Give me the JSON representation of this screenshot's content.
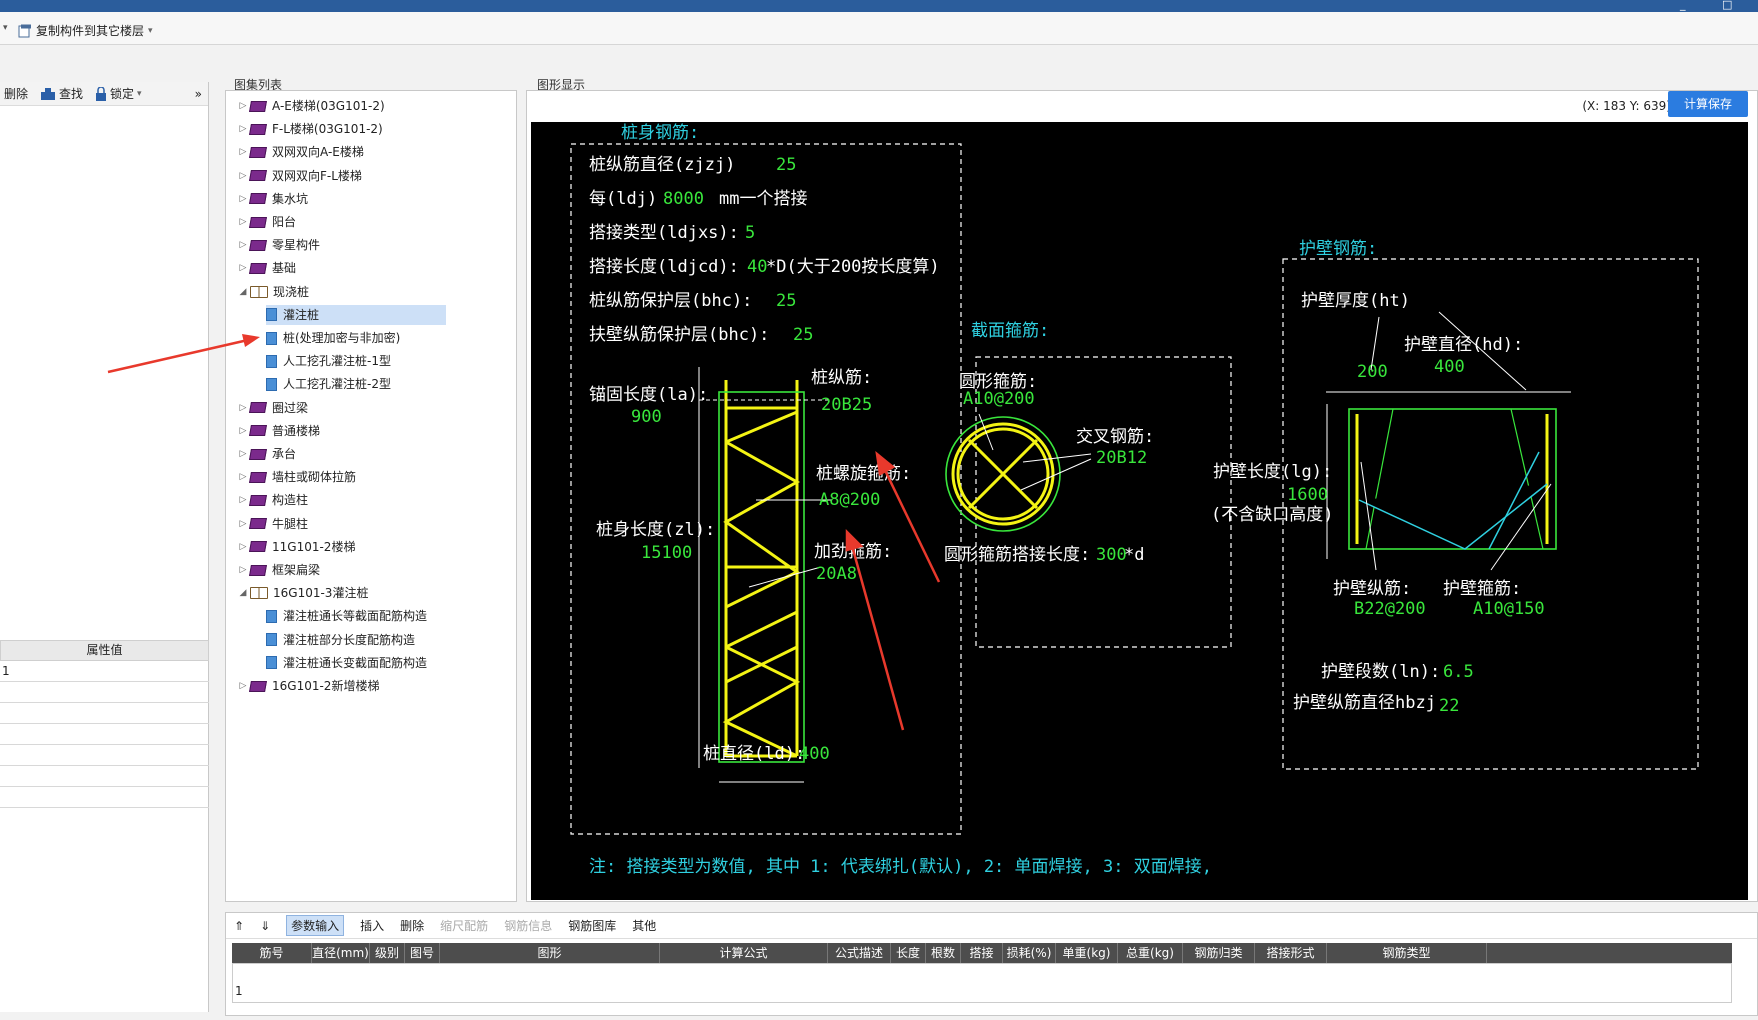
{
  "window": {
    "controls": [
      "_",
      "□"
    ]
  },
  "toolbar_top": {
    "copy_label": "复制构件到其它楼层"
  },
  "left_panel": {
    "delete_label": "删除",
    "find_label": "查找",
    "lock_label": "锁定",
    "more_label": "»",
    "prop_header": "属性值",
    "prop_rows": [
      "1",
      "",
      "",
      "",
      "",
      "",
      ""
    ]
  },
  "tree_panel": {
    "title": "图集列表",
    "items": [
      {
        "label": "A-E楼梯(03G101-2)",
        "type": "book",
        "state": "collapsed"
      },
      {
        "label": "F-L楼梯(03G101-2)",
        "type": "book",
        "state": "collapsed"
      },
      {
        "label": "双网双向A-E楼梯",
        "type": "book",
        "state": "collapsed"
      },
      {
        "label": "双网双向F-L楼梯",
        "type": "book",
        "state": "collapsed"
      },
      {
        "label": "集水坑",
        "type": "book",
        "state": "collapsed"
      },
      {
        "label": "阳台",
        "type": "book",
        "state": "collapsed"
      },
      {
        "label": "零星构件",
        "type": "book",
        "state": "collapsed"
      },
      {
        "label": "基础",
        "type": "book",
        "state": "collapsed"
      },
      {
        "label": "现浇桩",
        "type": "bookopen",
        "state": "expanded"
      },
      {
        "label": "灌注桩",
        "type": "doc",
        "state": "selected"
      },
      {
        "label": "桩(处理加密与非加密)",
        "type": "doc",
        "state": "child"
      },
      {
        "label": "人工挖孔灌注桩-1型",
        "type": "doc",
        "state": "child"
      },
      {
        "label": "人工挖孔灌注桩-2型",
        "type": "doc",
        "state": "child"
      },
      {
        "label": "圈过梁",
        "type": "book",
        "state": "collapsed"
      },
      {
        "label": "普通楼梯",
        "type": "book",
        "state": "collapsed"
      },
      {
        "label": "承台",
        "type": "book",
        "state": "collapsed"
      },
      {
        "label": "墙柱或砌体拉筋",
        "type": "book",
        "state": "collapsed"
      },
      {
        "label": "构造柱",
        "type": "book",
        "state": "collapsed"
      },
      {
        "label": "牛腿柱",
        "type": "book",
        "state": "collapsed"
      },
      {
        "label": "11G101-2楼梯",
        "type": "book",
        "state": "collapsed"
      },
      {
        "label": "框架扁梁",
        "type": "book",
        "state": "collapsed"
      },
      {
        "label": "16G101-3灌注桩",
        "type": "bookopen",
        "state": "expanded"
      },
      {
        "label": "灌注桩通长等截面配筋构造",
        "type": "doc",
        "state": "child"
      },
      {
        "label": "灌注桩部分长度配筋构造",
        "type": "doc",
        "state": "child"
      },
      {
        "label": "灌注桩通长变截面配筋构造",
        "type": "doc",
        "state": "child"
      },
      {
        "label": "16G101-2新增楼梯",
        "type": "book",
        "state": "collapsed"
      }
    ]
  },
  "display": {
    "title": "图形显示",
    "coord": "(X: 183 Y: 639)",
    "calc_save": "计算保存",
    "drawing": {
      "pile_section_title": "桩身钢筋:",
      "pile_diam_label": "桩纵筋直径(zjzj)",
      "pile_diam_value": "25",
      "lap_per_prefix": "每(ldj)",
      "lap_per_value": "8000",
      "lap_per_suffix": "mm一个搭接",
      "lap_type_label": "搭接类型(ldjxs):",
      "lap_type_value": "5",
      "lap_len_label": "搭接长度(ldjcd):",
      "lap_len_value": "40",
      "lap_len_suffix": "*D(大于200按长度算)",
      "cover_label": "桩纵筋保护层(bhc):",
      "cover_value": "25",
      "wall_cover_label": "扶壁纵筋保护层(bhc):",
      "wall_cover_value": "25",
      "anchor_label": "锚固长度(la):",
      "anchor_value": "900",
      "long_bar_label": "桩纵筋:",
      "long_bar_value": "20B25",
      "spiral_label": "桩螺旋箍筋:",
      "spiral_value": "A8@200",
      "body_len_label": "桩身长度(zl):",
      "body_len_value": "15100",
      "stiff_label": "加劲箍筋:",
      "stiff_value": "20A8",
      "pile_d_label": "桩直径(ld):",
      "pile_d_value": "400",
      "section_title": "截面箍筋:",
      "circle_label": "圆形箍筋:",
      "circle_value": "A10@200",
      "cross_label": "交叉钢筋:",
      "cross_value": "20B12",
      "circle_lap_label": "圆形箍筋搭接长度:",
      "circle_lap_value": "300",
      "circle_lap_suffix": "*d",
      "wall_title": "护壁钢筋:",
      "wall_thick_label": "护壁厚度(ht)",
      "wall_thick_value": "200",
      "wall_diam_label": "护壁直径(hd):",
      "wall_diam_value": "400",
      "wall_len_label": "护壁长度(lg):",
      "wall_len_value": "1600",
      "wall_len_note": "(不含缺口高度)",
      "wall_long_label": "护壁纵筋:",
      "wall_long_value": "B22@200",
      "wall_stir_label": "护壁箍筋:",
      "wall_stir_value": "A10@150",
      "wall_seg_label": "护壁段数(ln):",
      "wall_seg_value": "6.5",
      "wall_bar_diam_label": "护壁纵筋直径hbzj",
      "wall_bar_diam_value": "22",
      "note": "注: 搭接类型为数值, 其中 1: 代表绑扎(默认), 2: 单面焊接, 3: 双面焊接,"
    }
  },
  "bottom": {
    "tools": [
      "参数输入",
      "插入",
      "删除",
      "缩尺配筋",
      "钢筋信息",
      "钢筋图库",
      "其他"
    ],
    "columns": [
      "筋号",
      "直径(mm)",
      "级别",
      "图号",
      "图形",
      "计算公式",
      "公式描述",
      "长度",
      "根数",
      "搭接",
      "损耗(%)",
      "单重(kg)",
      "总重(kg)",
      "钢筋归类",
      "搭接形式",
      "钢筋类型"
    ],
    "row_number": "1"
  },
  "colors": {
    "canvas_bg": "#000000",
    "cyan": "#2fd0e0",
    "green": "#39e63c",
    "yellow": "#f4f414",
    "white": "#ffffff",
    "accent": "#2b7ce0",
    "arrow": "#e8392c"
  }
}
